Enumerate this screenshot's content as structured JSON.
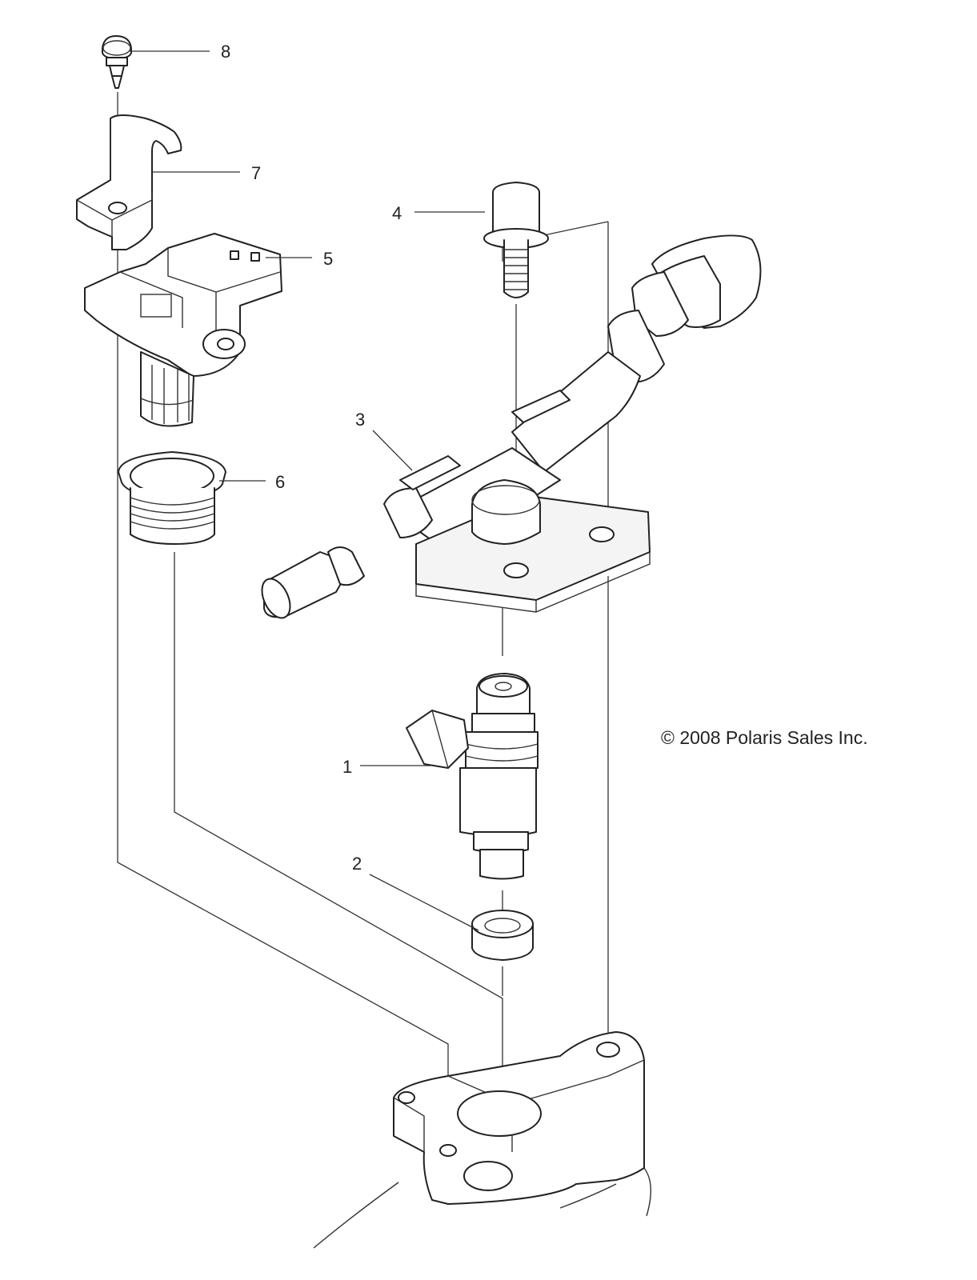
{
  "callouts": {
    "c1": "1",
    "c2": "2",
    "c3": "3",
    "c4": "4",
    "c5": "5",
    "c6": "6",
    "c7": "7",
    "c8": "8"
  },
  "copyright": "© 2008 Polaris Sales Inc."
}
